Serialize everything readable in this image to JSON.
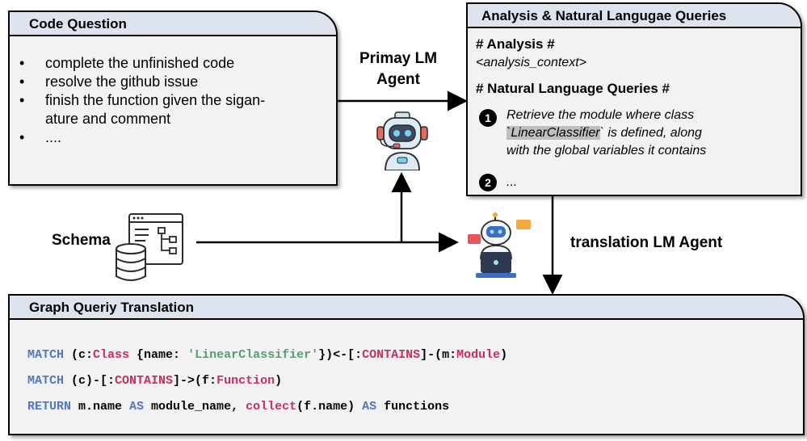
{
  "code_question": {
    "title": "Code Question",
    "items": [
      "complete the unfinished code",
      "resolve the github issue",
      "finish the function given the sigan-",
      "ature and comment",
      "...."
    ],
    "bullet": "•"
  },
  "analysis_panel": {
    "title": "Analysis & Natural Langugae Queries",
    "analysis_heading": "# Analysis #",
    "analysis_context": "<analysis_context>",
    "queries_heading": "# Natural Language Queries #",
    "queries": [
      {
        "number": "1",
        "line1": "Retrieve the module where class",
        "line2_highlight": "`LinearClassifier",
        "line2_rest": "` is defined, along",
        "line3": "with the global variables it contains"
      },
      {
        "number": "2",
        "text": "..."
      }
    ]
  },
  "labels": {
    "primary_agent_line1": "Primay LM",
    "primary_agent_line2": "Agent",
    "schema": "Schema",
    "translation_agent": "translation LM Agent"
  },
  "graph_panel": {
    "title": "Graph Queriy Translation",
    "line1": [
      {
        "t": "MATCH",
        "c": "kw"
      },
      {
        "t": " (c:",
        "c": ""
      },
      {
        "t": "Class",
        "c": "lbl"
      },
      {
        "t": " {name: ",
        "c": ""
      },
      {
        "t": "'LinearClassifier'",
        "c": "str"
      },
      {
        "t": "})<-[:",
        "c": ""
      },
      {
        "t": "CONTAINS",
        "c": "lbl"
      },
      {
        "t": "]-(m:",
        "c": ""
      },
      {
        "t": "Module",
        "c": "lbl"
      },
      {
        "t": ")",
        "c": ""
      }
    ],
    "line2": [
      {
        "t": "MATCH",
        "c": "kw"
      },
      {
        "t": " (c)-[:",
        "c": ""
      },
      {
        "t": "CONTAINS",
        "c": "lbl"
      },
      {
        "t": "]->(f:",
        "c": ""
      },
      {
        "t": "Function",
        "c": "lbl"
      },
      {
        "t": ")",
        "c": ""
      }
    ],
    "line3": [
      {
        "t": "RETURN",
        "c": "kw"
      },
      {
        "t": " m.name ",
        "c": ""
      },
      {
        "t": "AS",
        "c": "kw"
      },
      {
        "t": " module_name, ",
        "c": ""
      },
      {
        "t": "collect",
        "c": "lbl"
      },
      {
        "t": "(f.name) ",
        "c": ""
      },
      {
        "t": "AS",
        "c": "kw"
      },
      {
        "t": " functions",
        "c": ""
      }
    ]
  },
  "icons": [
    "robot-icon",
    "schema-icon",
    "database-icon",
    "laptop-robot-icon"
  ],
  "colors": {
    "header_fill": "#dde4ee",
    "panel_fill": "#f2f2f2",
    "keyword": "#4f77c4",
    "label": "#c5305a",
    "string": "#5d9c6a"
  }
}
